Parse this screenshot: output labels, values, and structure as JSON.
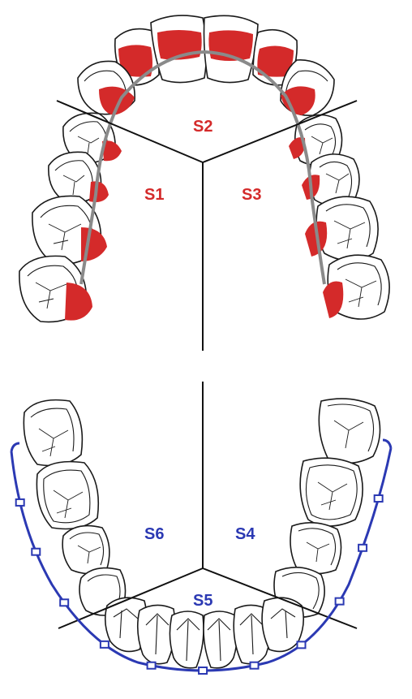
{
  "colors": {
    "upper_accent": "#d42a2a",
    "lower_accent": "#2b39b3",
    "upper_wire": "#8a8a8a",
    "outline": "#1a1a1a"
  },
  "upper_arch": {
    "sextant_labels": {
      "s1": "S1",
      "s2": "S2",
      "s3": "S3"
    }
  },
  "lower_arch": {
    "sextant_labels": {
      "s4": "S4",
      "s5": "S5",
      "s6": "S6"
    }
  }
}
